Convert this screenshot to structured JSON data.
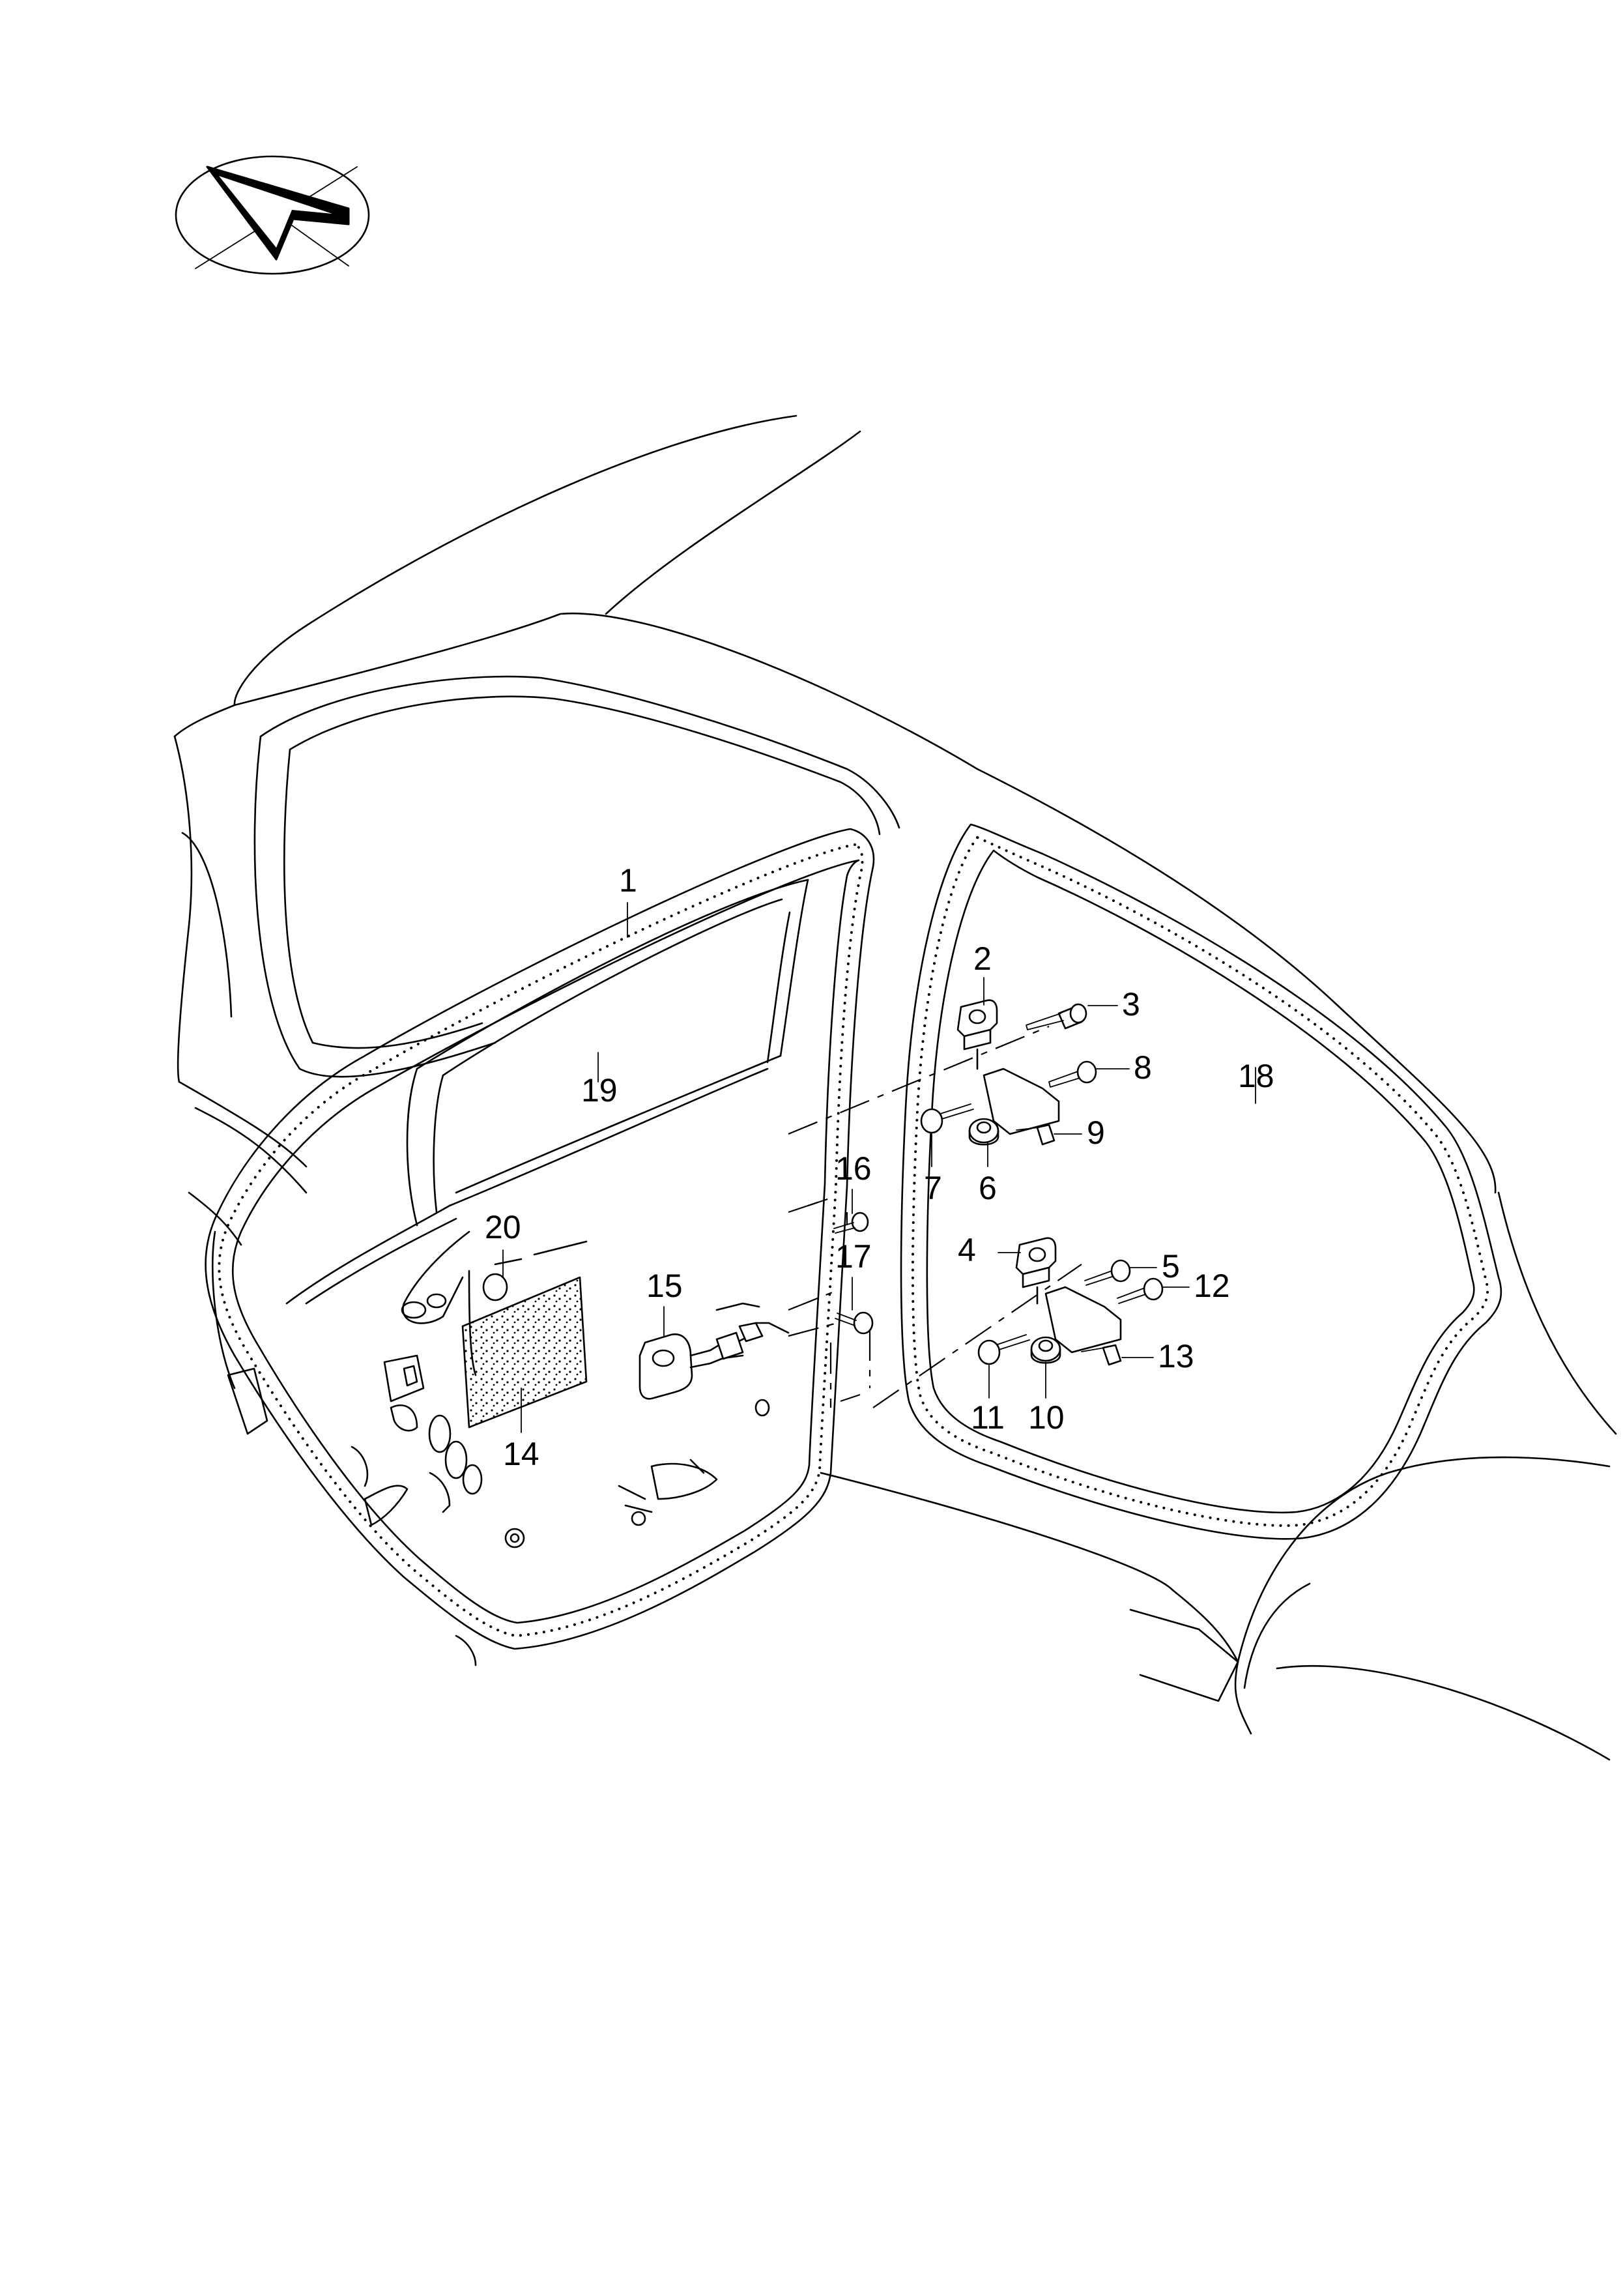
{
  "callouts": [
    {
      "num": "1"
    },
    {
      "num": "2"
    },
    {
      "num": "3"
    },
    {
      "num": "4"
    },
    {
      "num": "5"
    },
    {
      "num": "6"
    },
    {
      "num": "7"
    },
    {
      "num": "8"
    },
    {
      "num": "9"
    },
    {
      "num": "10"
    },
    {
      "num": "11"
    },
    {
      "num": "12"
    },
    {
      "num": "13"
    },
    {
      "num": "14"
    },
    {
      "num": "15"
    },
    {
      "num": "16"
    },
    {
      "num": "17"
    },
    {
      "num": "18"
    },
    {
      "num": "19"
    },
    {
      "num": "20"
    }
  ],
  "icons": {
    "orientation": "orientation-arrow-icon"
  }
}
